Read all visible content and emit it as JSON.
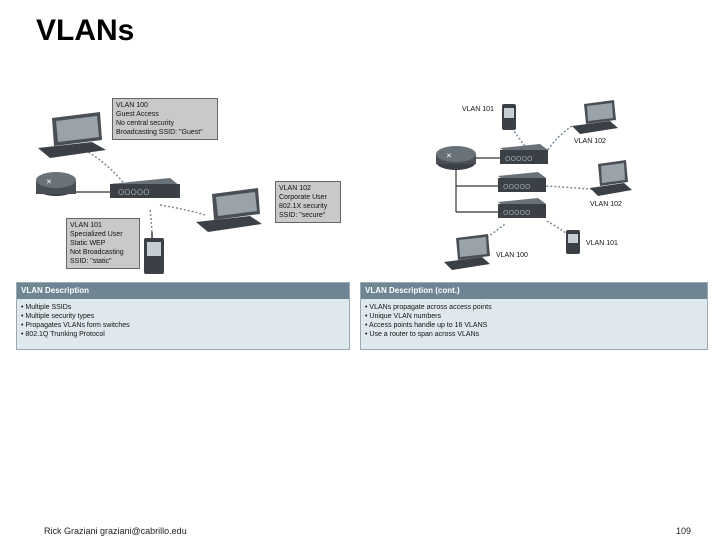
{
  "slide": {
    "title": "VLANs",
    "footer_left": "Rick Graziani graziani@cabrillo.edu",
    "page_number": "109"
  },
  "left_diagram": {
    "vlan100_note": [
      "VLAN 100",
      "Guest Access",
      "No central security",
      "Broadcasting SSID: \"Guest\""
    ],
    "vlan102_note": [
      "VLAN 102",
      "Corporate User",
      "802.1X security",
      "SSID: \"secure\""
    ],
    "vlan101_note": [
      "VLAN 101",
      "Specialized User",
      "Static WEP",
      "Not Broadcasting",
      "SSID: \"static\""
    ]
  },
  "right_diagram": {
    "labels": {
      "vlan101_top": "VLAN 101",
      "vlan102_top": "VLAN 102",
      "vlan102_mid": "VLAN 102",
      "vlan101_bottom": "VLAN 101",
      "vlan100_bottom": "VLAN 100"
    }
  },
  "panels": {
    "left": {
      "title": "VLAN Description",
      "items": [
        "Multiple SSIDs",
        "Multiple security types",
        "Propagates VLANs form switches",
        "802.1Q Trunking Protocol"
      ]
    },
    "right": {
      "title": "VLAN Description (cont.)",
      "items": [
        "VLANs propagate across access points",
        "Unique VLAN numbers",
        "Access points handle up to 16 VLANS",
        "Use a router to span across VLANs"
      ]
    }
  },
  "colors": {
    "panel_header": "#6f8594",
    "panel_body": "#dfe8ec",
    "note_bg": "#c9c9c9",
    "device": "#4a4f55"
  }
}
